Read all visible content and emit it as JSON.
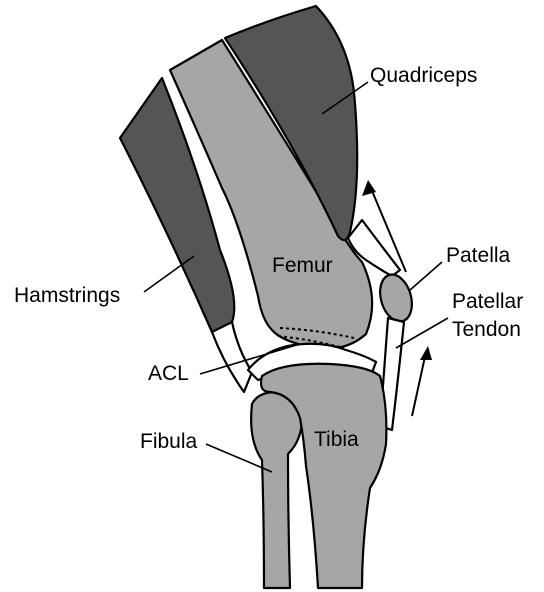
{
  "labels": {
    "quadriceps": "Quadriceps",
    "hamstrings": "Hamstrings",
    "femur": "Femur",
    "patella": "Patella",
    "patellar_line1": "Patellar",
    "patellar_line2": "Tendon",
    "acl": "ACL",
    "fibula": "Fibula",
    "tibia": "Tibia"
  },
  "colors": {
    "muscle": "#555555",
    "bone": "#a6a6a6",
    "ligament": "#ffffff",
    "outline": "#000000"
  },
  "icons": [
    "up-arrow-icon",
    "up-arrow-icon"
  ]
}
